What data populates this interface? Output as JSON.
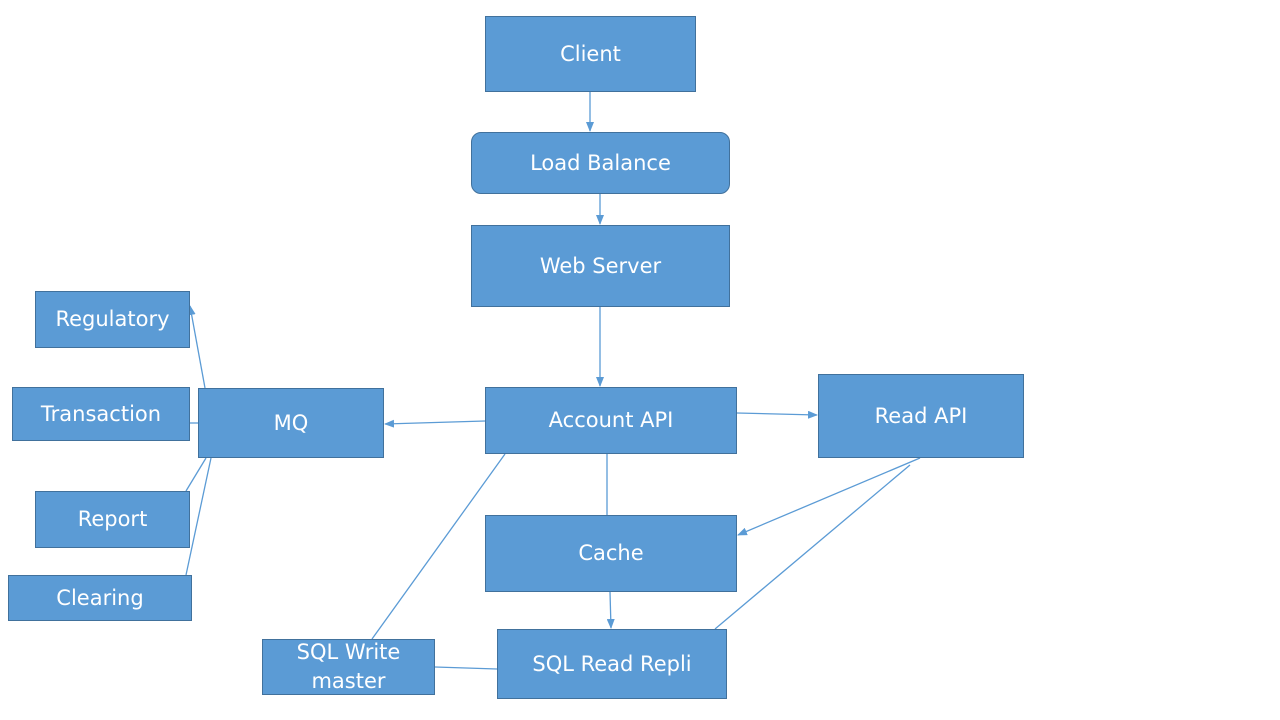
{
  "diagram": {
    "colors": {
      "box_fill": "#5b9bd5",
      "box_border": "#41719c",
      "text": "#ffffff",
      "connector": "#5b9bd5"
    },
    "nodes": {
      "client": "Client",
      "load_balance": "Load Balance",
      "web_server": "Web Server",
      "account_api": "Account API",
      "read_api": "Read API",
      "mq": "MQ",
      "regulatory": "Regulatory",
      "transaction": "Transaction",
      "report": "Report",
      "clearing": "Clearing",
      "cache": "Cache",
      "sql_read_replica": "SQL Read Repli",
      "sql_write_master": "SQL Write master"
    },
    "edges": [
      {
        "from": "client",
        "to": "load_balance",
        "arrow": true
      },
      {
        "from": "load_balance",
        "to": "web_server",
        "arrow": true
      },
      {
        "from": "web_server",
        "to": "account_api",
        "arrow": true
      },
      {
        "from": "account_api",
        "to": "mq",
        "arrow": true
      },
      {
        "from": "account_api",
        "to": "read_api",
        "arrow": true
      },
      {
        "from": "account_api",
        "to": "cache",
        "arrow": false
      },
      {
        "from": "account_api",
        "to": "sql_write_master",
        "arrow": false
      },
      {
        "from": "read_api",
        "to": "cache",
        "arrow": true
      },
      {
        "from": "read_api",
        "to": "sql_read_replica",
        "arrow": false
      },
      {
        "from": "cache",
        "to": "sql_read_replica",
        "arrow": true
      },
      {
        "from": "sql_read_replica",
        "to": "sql_write_master",
        "arrow": false
      },
      {
        "from": "mq",
        "to": "regulatory",
        "arrow": true
      },
      {
        "from": "mq",
        "to": "transaction",
        "arrow": false
      },
      {
        "from": "mq",
        "to": "report",
        "arrow": false
      },
      {
        "from": "mq",
        "to": "clearing",
        "arrow": false
      }
    ]
  }
}
